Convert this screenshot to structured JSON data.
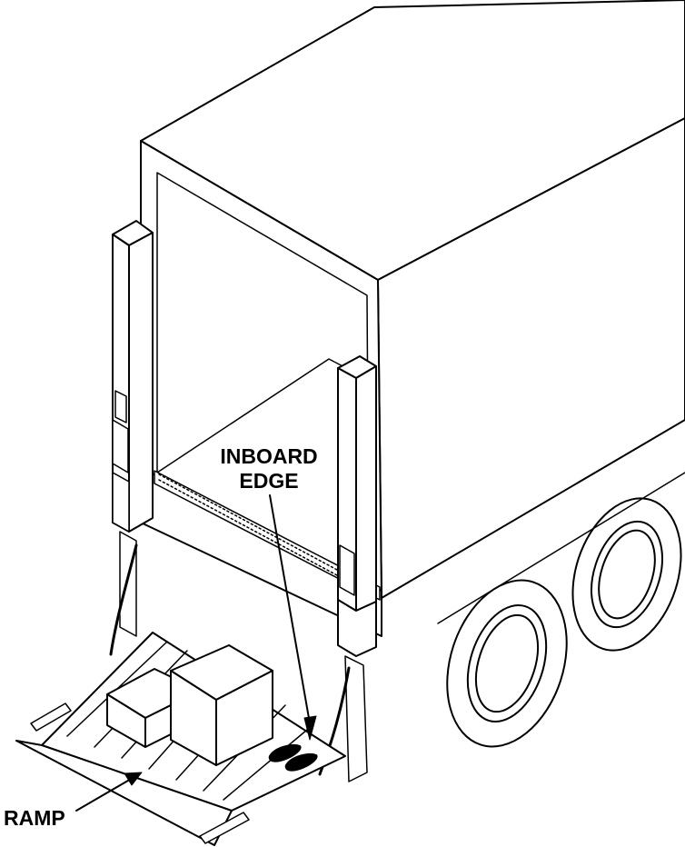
{
  "labels": {
    "inboard_line1": "INBOARD",
    "inboard_line2": "EDGE",
    "ramp": "RAMP"
  },
  "colors": {
    "ink": "#000000",
    "paper": "#ffffff"
  }
}
